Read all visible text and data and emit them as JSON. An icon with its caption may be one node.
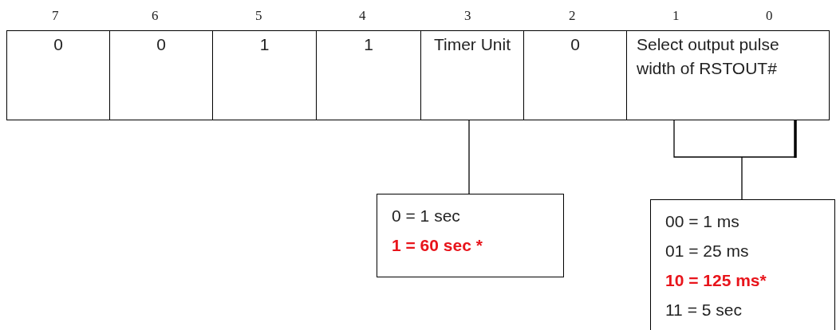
{
  "diagram": {
    "nodes": [
      {
        "text": [
          "0"
        ]
      },
      {
        "text": [
          "0"
        ]
      },
      {
        "text": [
          "1"
        ]
      },
      {
        "text": [
          "1"
        ]
      },
      {
        "text": [
          "Timer Unit"
        ]
      },
      {
        "text": [
          "0"
        ]
      },
      {
        "text": [
          "Select output pulse width of RSTOUT#"
        ]
      },
      {
        "text": [
          "0 = 1 sec",
          "1 = 60 sec *"
        ]
      },
      {
        "text": [
          "00 = 1 ms",
          "01 = 25 ms",
          "10 = 125 ms*",
          "11 = 5 sec"
        ]
      }
    ],
    "edges": [
      {
        "from": 4,
        "to": 7,
        "arrow": "none"
      },
      {
        "from": 6,
        "to": 8,
        "arrow": "none"
      }
    ],
    "labels": [
      "7",
      "6",
      "5",
      "4",
      "3",
      "2",
      "1",
      "0"
    ]
  }
}
